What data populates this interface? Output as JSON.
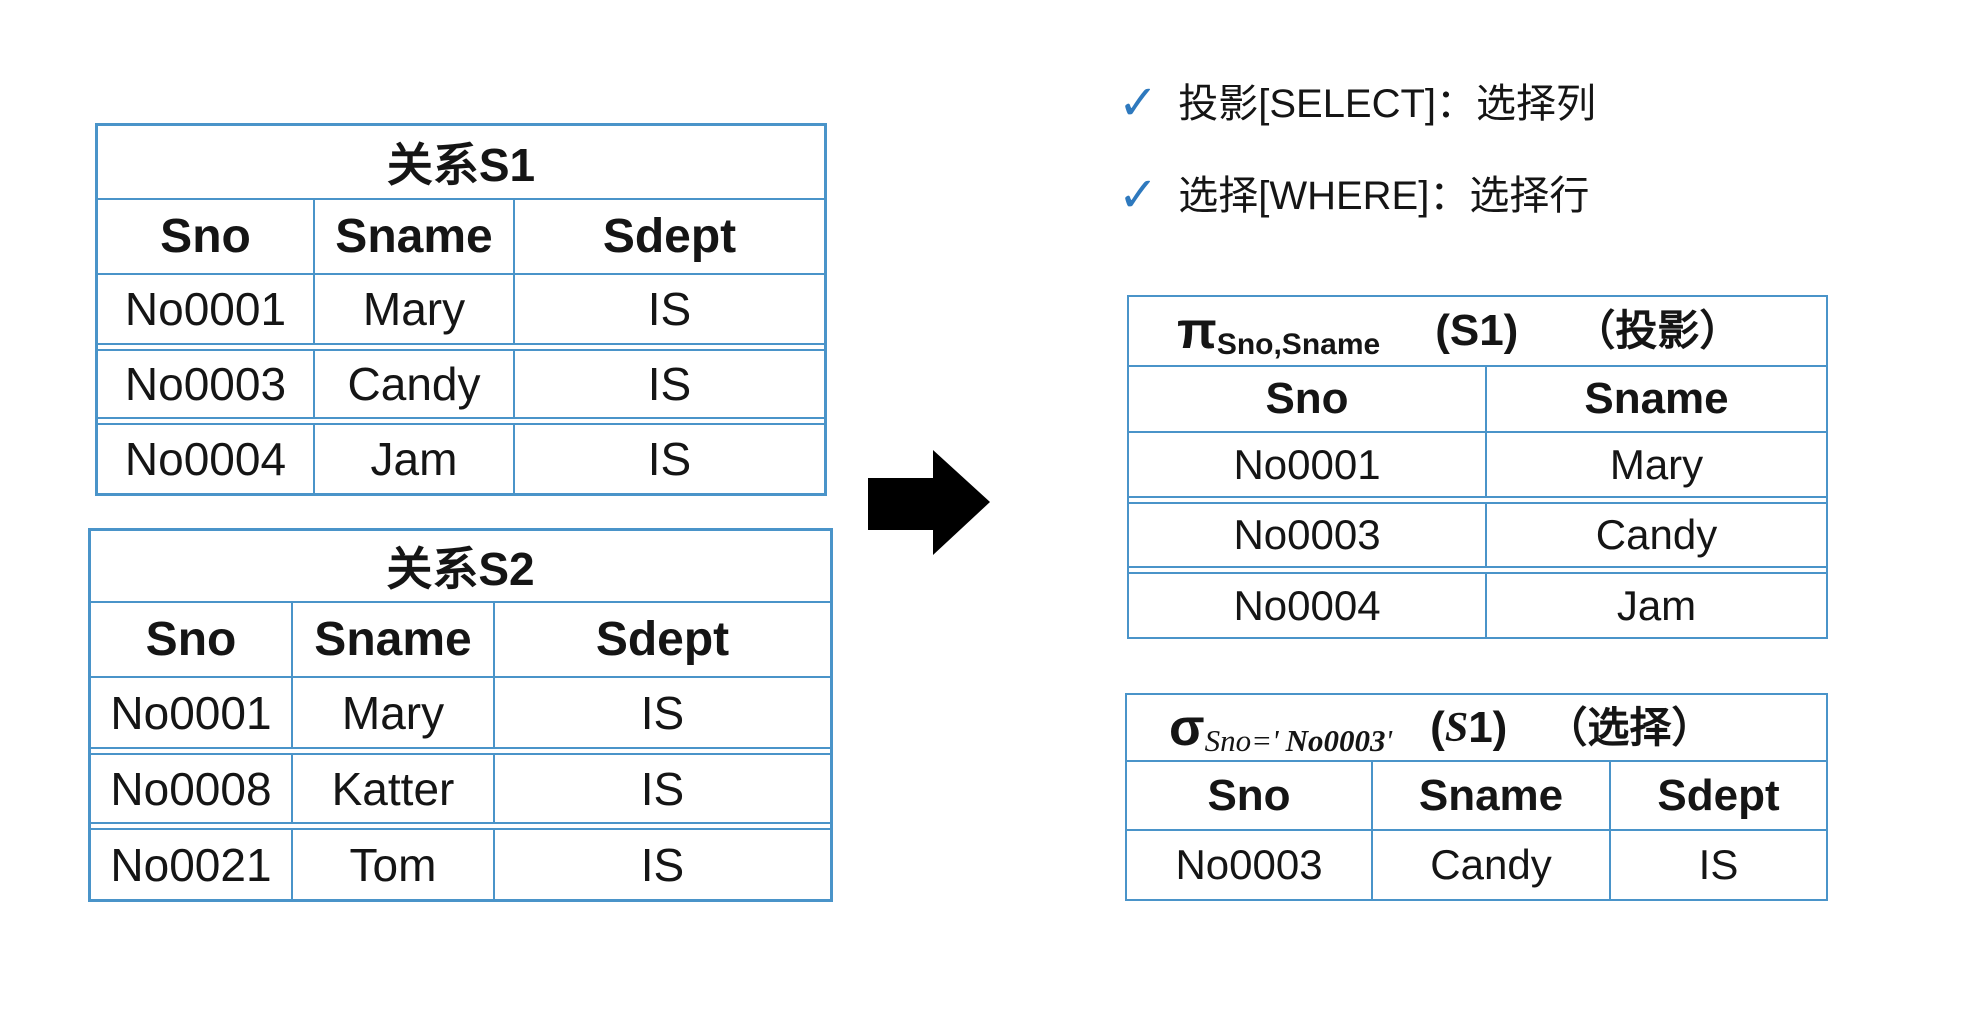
{
  "colors": {
    "border": "#4a94c9",
    "check": "#2e79be",
    "text": "#151515",
    "arrow": "#000000"
  },
  "bullets": [
    {
      "check": "✓",
      "text": "投影[SELECT]：选择列"
    },
    {
      "check": "✓",
      "text": "选择[WHERE]：选择行"
    }
  ],
  "arrow": {
    "icon": "right-arrow"
  },
  "tables": {
    "s1": {
      "title": "关系S1",
      "headers": [
        "Sno",
        "Sname",
        "Sdept"
      ],
      "rows": [
        [
          "No0001",
          "Mary",
          "IS"
        ],
        [
          "No0003",
          "Candy",
          "IS"
        ],
        [
          "No0004",
          "Jam",
          "IS"
        ]
      ]
    },
    "s2": {
      "title": "关系S2",
      "headers": [
        "Sno",
        "Sname",
        "Sdept"
      ],
      "rows": [
        [
          "No0001",
          "Mary",
          "IS"
        ],
        [
          "No0008",
          "Katter",
          "IS"
        ],
        [
          "No0021",
          "Tom",
          "IS"
        ]
      ]
    },
    "projection": {
      "symbol": "π",
      "subscript": "Sno,Sname",
      "arg": "(S1)",
      "note": "（投影）",
      "headers": [
        "Sno",
        "Sname"
      ],
      "rows": [
        [
          "No0001",
          "Mary"
        ],
        [
          "No0003",
          "Candy"
        ],
        [
          "No0004",
          "Jam"
        ]
      ]
    },
    "selection": {
      "symbol": "σ",
      "sub_prefix": "Sno='",
      "sub_value": "No0003",
      "sub_suffix": "'",
      "arg_open": "(",
      "arg_s": "S",
      "arg_close": "1)",
      "note": "（选择）",
      "headers": [
        "Sno",
        "Sname",
        "Sdept"
      ],
      "rows": [
        [
          "No0003",
          "Candy",
          "IS"
        ]
      ]
    }
  }
}
